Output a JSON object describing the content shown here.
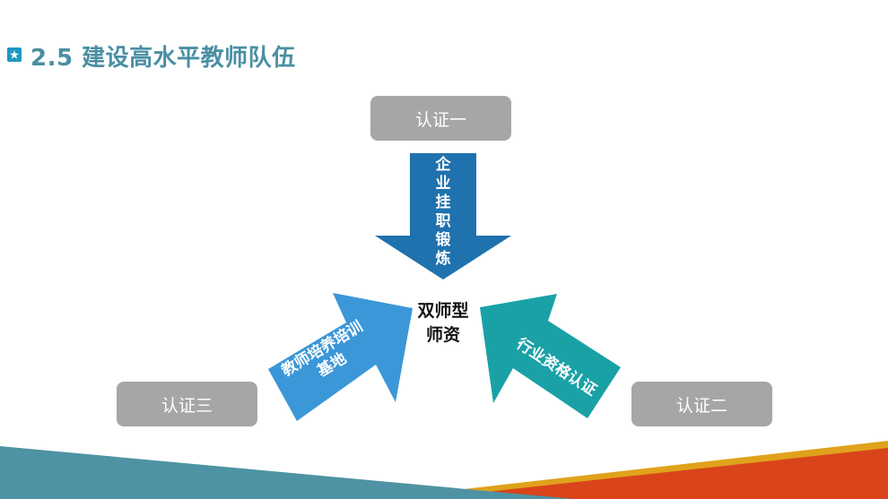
{
  "title": "2.5 建设高水平教师队伍",
  "icons": {
    "title_bullet": "star-icon"
  },
  "colors": {
    "title": "#4a8fa3",
    "box": "#a6a6a6",
    "arrow_top": "#1f72ad",
    "arrow_left": "#3b97d8",
    "arrow_right": "#1aa1a6",
    "band_teal": "#4e93a3",
    "band_orange": "#d9441a",
    "band_gold": "#e0a21c"
  },
  "diagram": {
    "center": [
      "双师型",
      "师资"
    ],
    "certifications": {
      "top": "认证一",
      "right": "认证二",
      "left": "认证三"
    },
    "arrows": {
      "top": "企业挂职锻炼",
      "left": [
        "教师培养培训",
        "基地"
      ],
      "right": "行业资格认证"
    }
  }
}
